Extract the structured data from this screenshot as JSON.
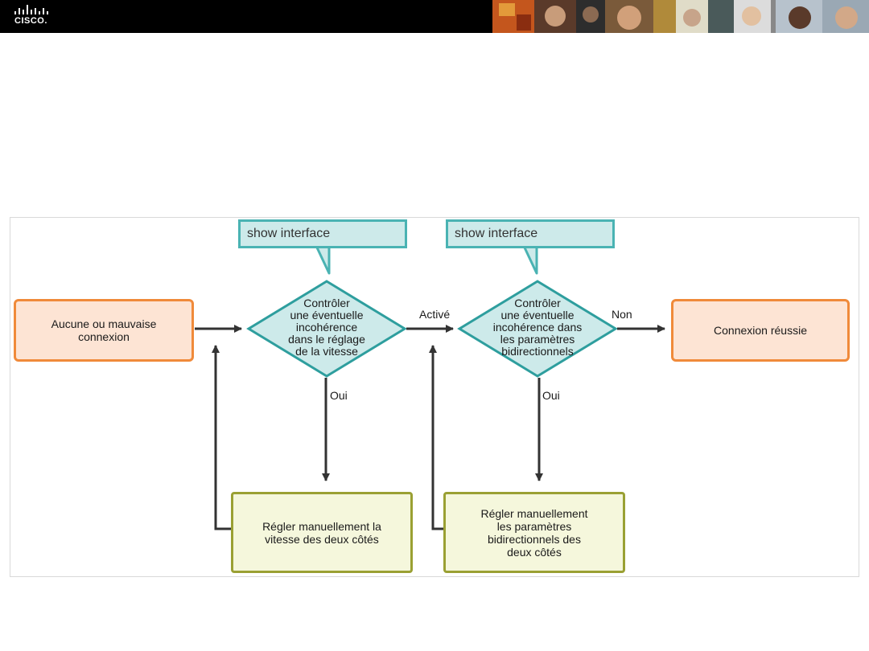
{
  "header": {
    "logo_text": "CISCO."
  },
  "diagram": {
    "start_box": "Aucune ou mauvaise\nconnexion",
    "end_box": "Connexion réussie",
    "callout_1": "show interface",
    "callout_2": "show interface",
    "decision_1": "Contrôler\nune éventuelle\nincohérence\ndans le réglage\nde la vitesse",
    "decision_2": "Contrôler\nune éventuelle\nincohérence dans\nles paramètres\nbidirectionnels",
    "action_1": "Régler manuellement la\nvitesse des deux côtés",
    "action_2": "Régler manuellement\nles paramètres\nbidirectionnels des\ndeux côtés",
    "label_active": "Activé",
    "label_non": "Non",
    "label_oui_1": "Oui",
    "label_oui_2": "Oui"
  },
  "colors": {
    "orange_border": "#f08a3a",
    "orange_fill": "#fde4d4",
    "teal_border": "#4ab3b3",
    "teal_fill": "#cdeaea",
    "olive_border": "#9aa033",
    "olive_fill": "#f5f7dc",
    "arrow": "#333333"
  }
}
